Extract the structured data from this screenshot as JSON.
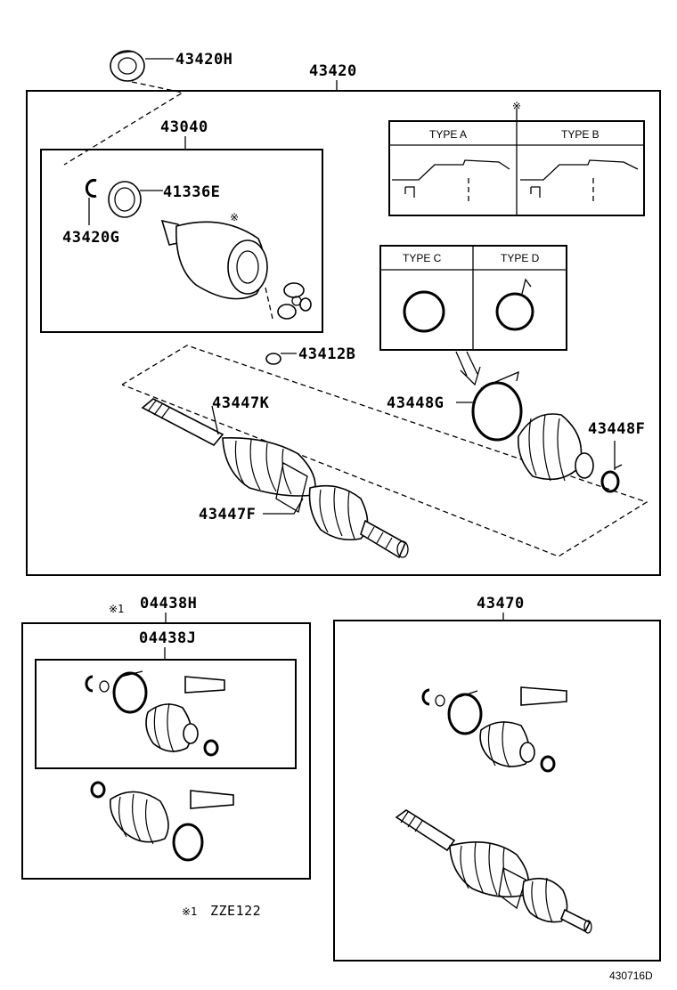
{
  "diagram": {
    "top_assembly_label": "43420",
    "inner_joint_label": "43040",
    "type_mark": "※",
    "types": {
      "a": "TYPE A",
      "b": "TYPE B",
      "c": "TYPE C",
      "d": "TYPE D"
    },
    "parts": {
      "oil_seal": "43420H",
      "boot_small": "41336E",
      "snap_ring": "43420G",
      "hole_snap_ring": "43412B",
      "boot_clamp_large": "43448G",
      "boot_clamp_small": "43448F",
      "boot_inner_k": "43447K",
      "boot_inner_f": "43447F"
    },
    "kit_mark": "※1",
    "kit_outer": "04438H",
    "kit_inner": "04438J",
    "shaft_assembly": "43470",
    "footnote_mark": "※1",
    "footnote_text": "ZZE122",
    "drawing_id": "430716D"
  }
}
